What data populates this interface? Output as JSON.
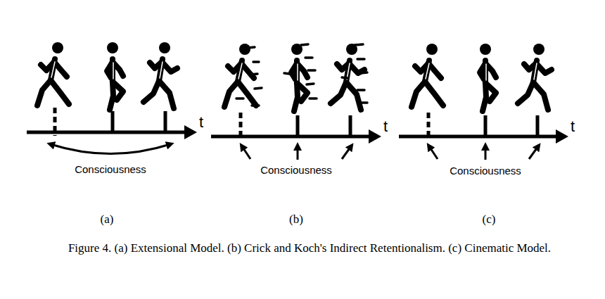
{
  "diagram": {
    "caption": "Figure 4. (a) Extensional Model. (b) Crick and Koch's Indirect Retentionalism. (c) Cinematic Model.",
    "labels": [
      "t",
      "t",
      "t",
      "Consciousness",
      "Consciousness",
      "Consciousness",
      "(a)",
      "(b)",
      "(c)"
    ]
  }
}
